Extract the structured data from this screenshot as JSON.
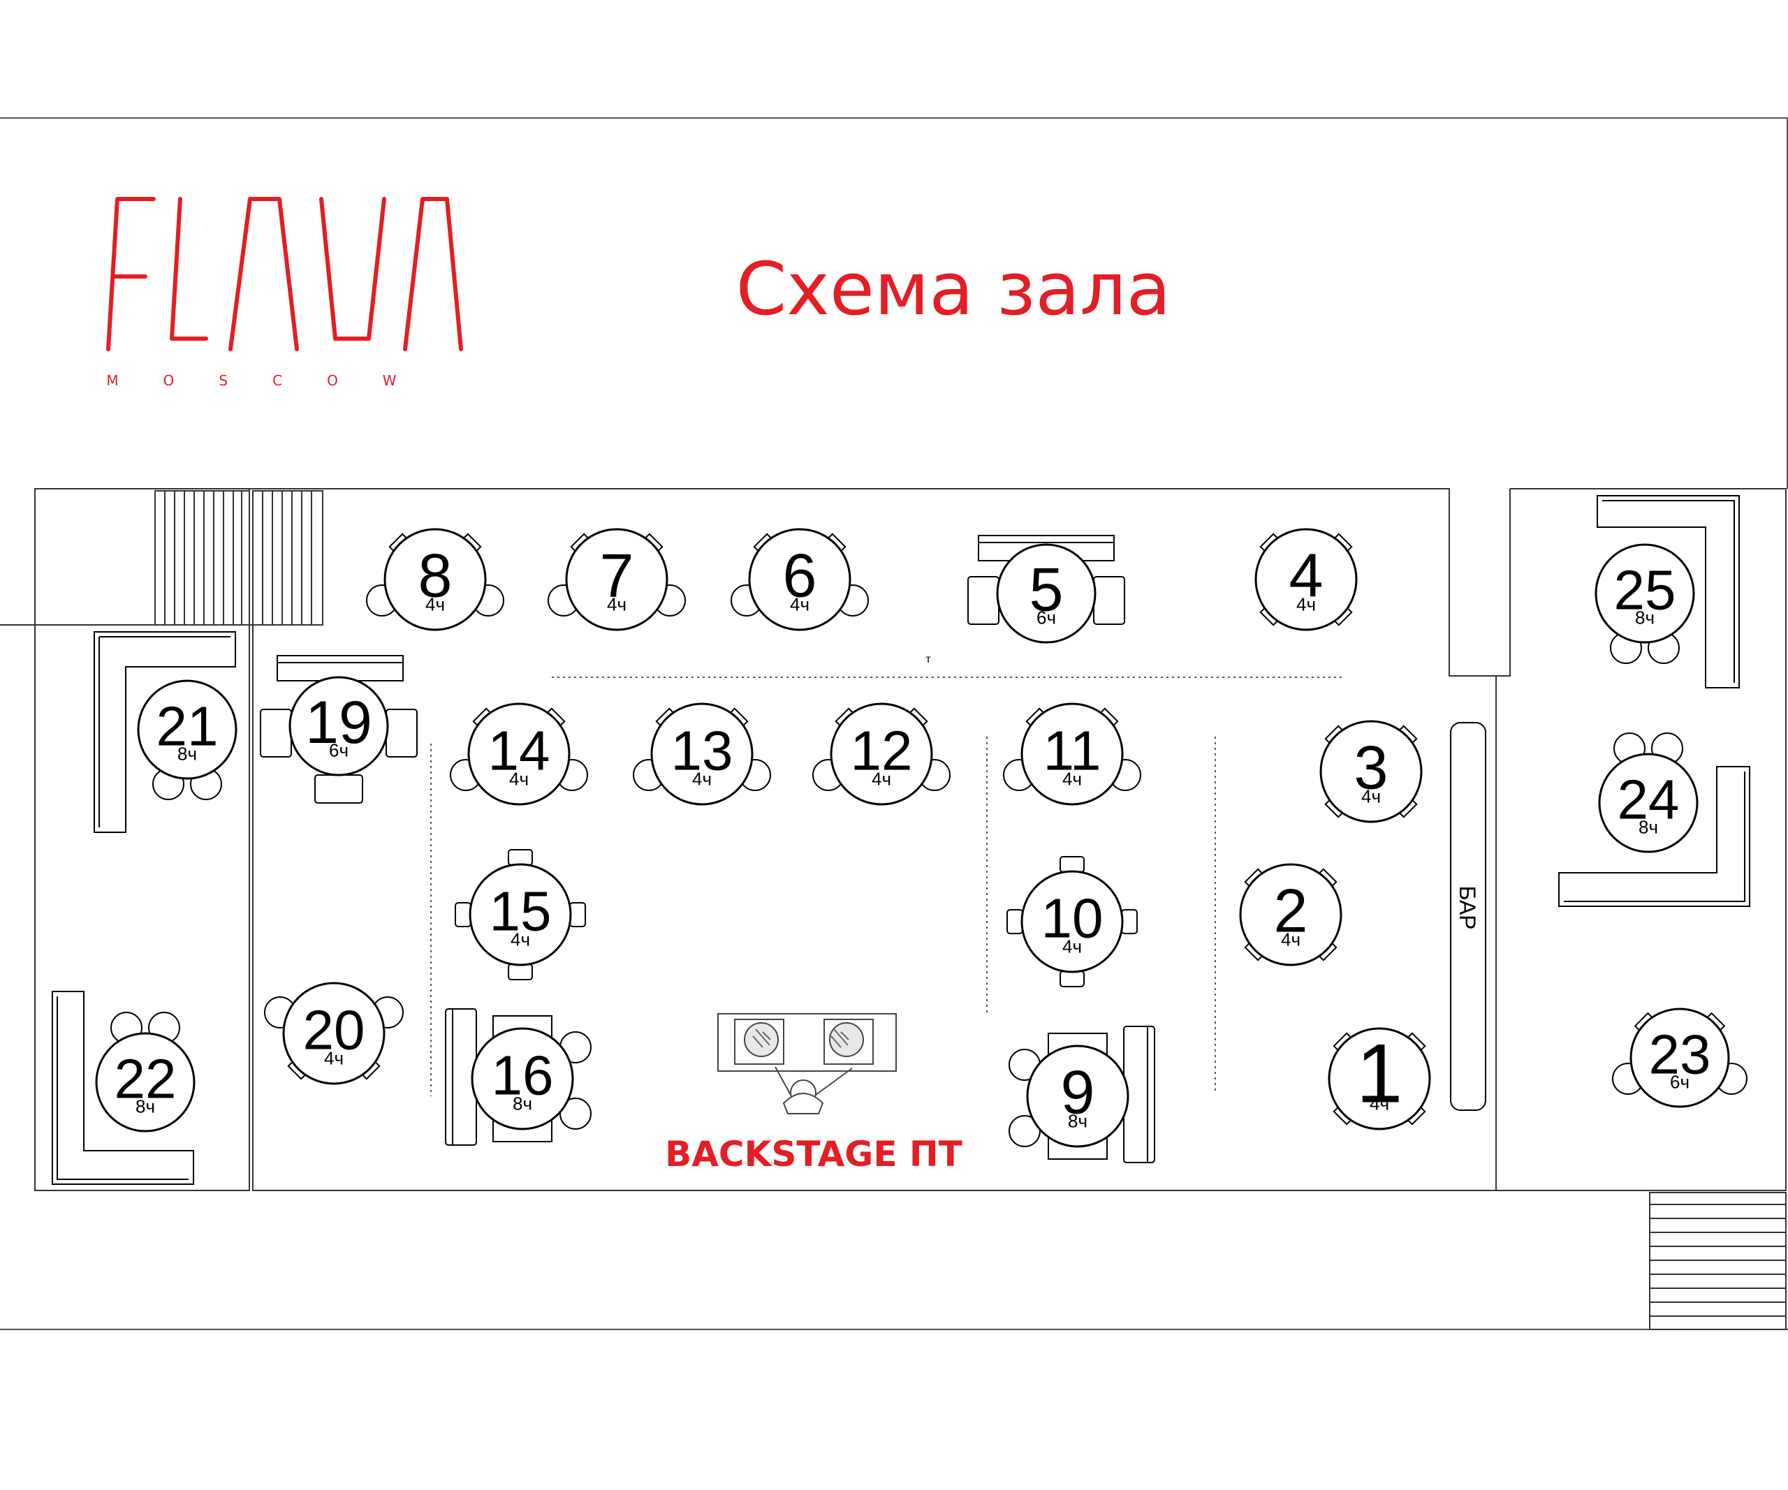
{
  "header": {
    "logo_text": "FLAVA",
    "logo_subtext": "MOSCOW",
    "title": "Схема зала"
  },
  "labels": {
    "bar": "БАР",
    "stage": "BACKSTAGE ПТ",
    "marker": "т"
  },
  "colors": {
    "accent": "#e31e24",
    "line": "#000000",
    "wall": "#555555"
  },
  "tables": [
    {
      "id": "t1",
      "number": "1",
      "capacity": "4ч"
    },
    {
      "id": "t2",
      "number": "2",
      "capacity": "4ч"
    },
    {
      "id": "t3",
      "number": "3",
      "capacity": "4ч"
    },
    {
      "id": "t4",
      "number": "4",
      "capacity": "4ч"
    },
    {
      "id": "t5",
      "number": "5",
      "capacity": "6ч"
    },
    {
      "id": "t6",
      "number": "6",
      "capacity": "4ч"
    },
    {
      "id": "t7",
      "number": "7",
      "capacity": "4ч"
    },
    {
      "id": "t8",
      "number": "8",
      "capacity": "4ч"
    },
    {
      "id": "t9",
      "number": "9",
      "capacity": "8ч"
    },
    {
      "id": "t10",
      "number": "10",
      "capacity": "4ч"
    },
    {
      "id": "t11",
      "number": "11",
      "capacity": "4ч"
    },
    {
      "id": "t12",
      "number": "12",
      "capacity": "4ч"
    },
    {
      "id": "t13",
      "number": "13",
      "capacity": "4ч"
    },
    {
      "id": "t14",
      "number": "14",
      "capacity": "4ч"
    },
    {
      "id": "t15",
      "number": "15",
      "capacity": "4ч"
    },
    {
      "id": "t16",
      "number": "16",
      "capacity": "8ч"
    },
    {
      "id": "t19",
      "number": "19",
      "capacity": "6ч"
    },
    {
      "id": "t20",
      "number": "20",
      "capacity": "4ч"
    },
    {
      "id": "t21",
      "number": "21",
      "capacity": "8ч"
    },
    {
      "id": "t22",
      "number": "22",
      "capacity": "8ч"
    },
    {
      "id": "t23",
      "number": "23",
      "capacity": "6ч"
    },
    {
      "id": "t24",
      "number": "24",
      "capacity": "8ч"
    },
    {
      "id": "t25",
      "number": "25",
      "capacity": "8ч"
    }
  ]
}
